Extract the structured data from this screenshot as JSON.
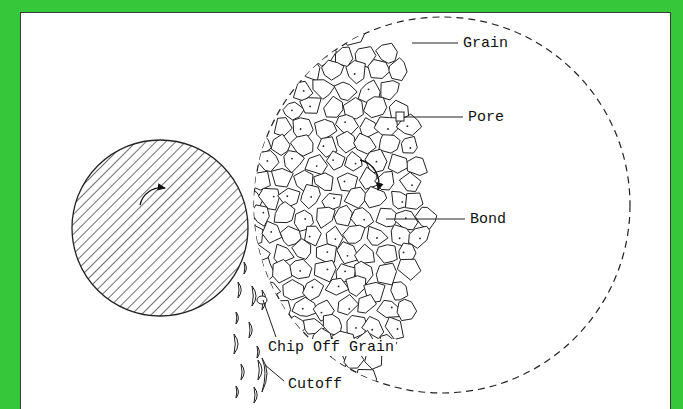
{
  "diagram": {
    "labels": [
      "Grain",
      "Pore",
      "Bond",
      "Chip Off Grain",
      "Cutoff"
    ]
  }
}
